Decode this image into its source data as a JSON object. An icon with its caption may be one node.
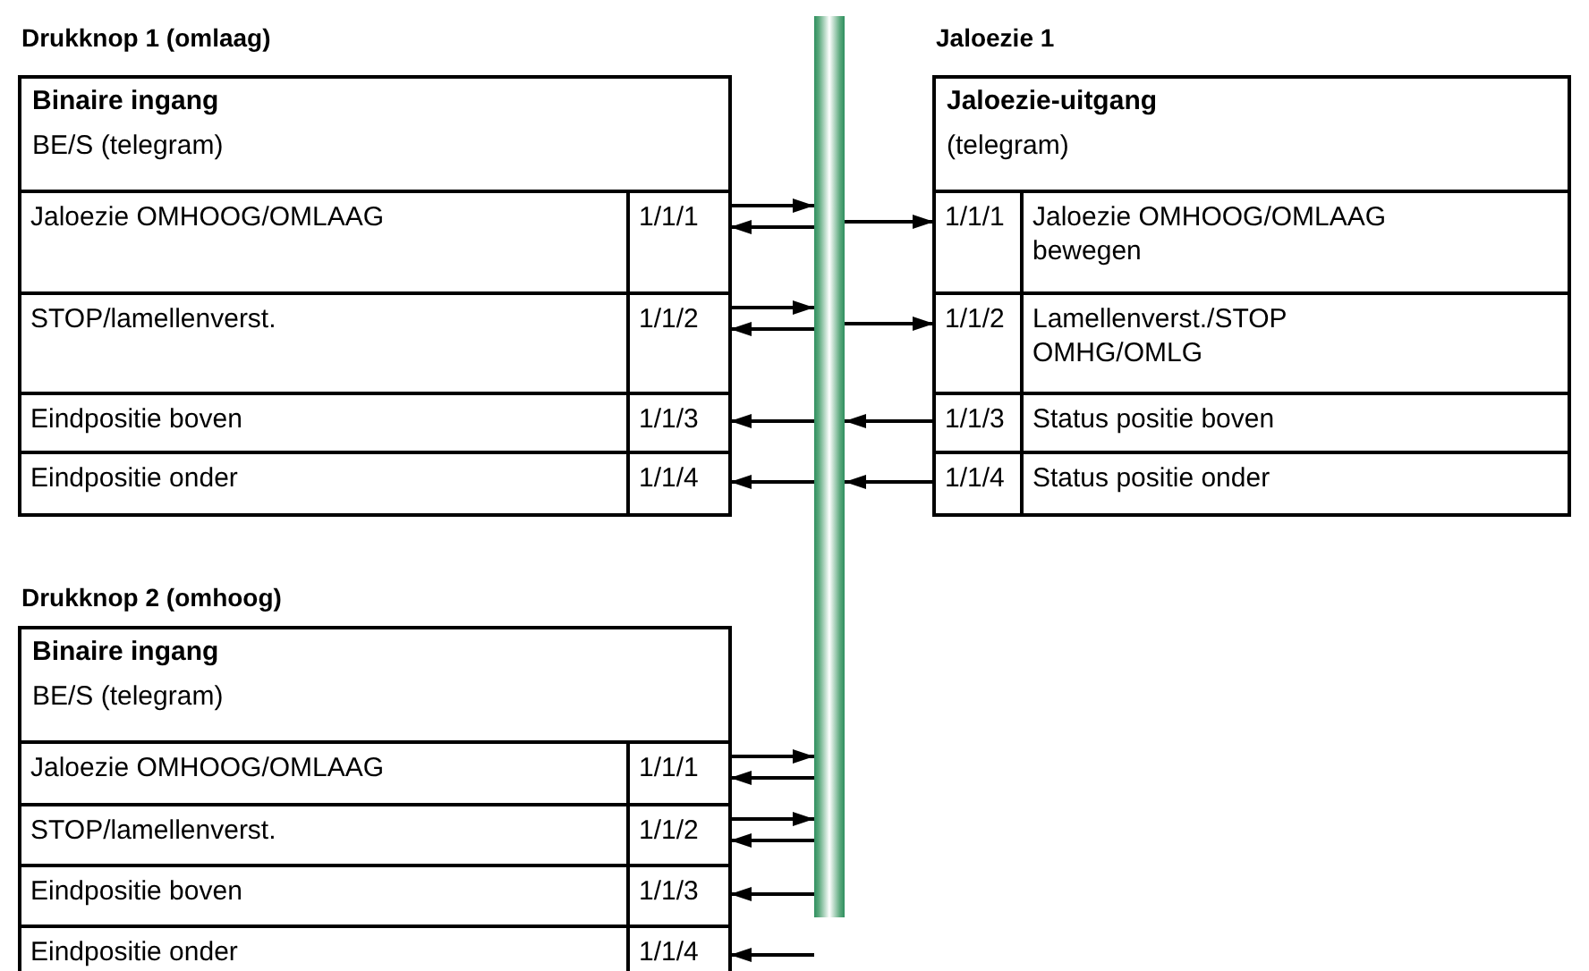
{
  "diagram": {
    "nodes": [
      {
        "text": [
          "Drukknop 1 (omlaag)",
          "Binaire ingang",
          "BE/S (telegram)"
        ]
      },
      {
        "text": [
          "Jaloezie OMHOOG/OMLAAG"
        ],
        "in": 0
      },
      {
        "text": [
          "1/1/1"
        ],
        "in": 0
      },
      {
        "text": [
          "STOP/lamellenverst."
        ],
        "in": 0
      },
      {
        "text": [
          "1/1/2"
        ],
        "in": 0
      },
      {
        "text": [
          "Eindpositie boven"
        ],
        "in": 0
      },
      {
        "text": [
          "1/1/3"
        ],
        "in": 0
      },
      {
        "text": [
          "Eindpositie onder"
        ],
        "in": 0
      },
      {
        "text": [
          "1/1/4"
        ],
        "in": 0
      },
      {
        "text": [],
        "shape": "bar"
      },
      {
        "text": [
          "Jaloezie 1",
          "Jaloezie-uitgang",
          "(telegram)"
        ]
      },
      {
        "text": [
          "1/1/1"
        ],
        "in": 10
      },
      {
        "text": [
          "Jaloezie OMHOOG/OMLAAG bewegen"
        ],
        "in": 10
      },
      {
        "text": [
          "1/1/2"
        ],
        "in": 10
      },
      {
        "text": [
          "Lamellenverst./STOP OMHG/OMLG"
        ],
        "in": 10
      },
      {
        "text": [
          "1/1/3"
        ],
        "in": 10
      },
      {
        "text": [
          "Status positie boven"
        ],
        "in": 10
      },
      {
        "text": [
          "1/1/4"
        ],
        "in": 10
      },
      {
        "text": [
          "Status positie onder"
        ],
        "in": 10
      },
      {
        "text": [
          "Drukknop 2 (omhoog)",
          "Binaire ingang",
          "BE/S (telegram)"
        ]
      },
      {
        "text": [
          "Jaloezie OMHOOG/OMLAAG"
        ],
        "in": 19
      },
      {
        "text": [
          "1/1/1"
        ],
        "in": 19
      },
      {
        "text": [
          "STOP/lamellenverst."
        ],
        "in": 19
      },
      {
        "text": [
          "1/1/2"
        ],
        "in": 19
      },
      {
        "text": [
          "Eindpositie boven"
        ],
        "in": 19
      },
      {
        "text": [
          "1/1/3"
        ],
        "in": 19
      },
      {
        "text": [
          "Eindpositie onder"
        ],
        "in": 19
      },
      {
        "text": [
          "1/1/4"
        ],
        "in": 19
      }
    ],
    "edges": [
      {
        "from": 2,
        "to": 9,
        "arrow": "to"
      },
      {
        "from": 9,
        "to": 2,
        "arrow": "to"
      },
      {
        "from": 4,
        "to": 9,
        "arrow": "to"
      },
      {
        "from": 9,
        "to": 4,
        "arrow": "to"
      },
      {
        "from": 9,
        "to": 6,
        "arrow": "to"
      },
      {
        "from": 9,
        "to": 8,
        "arrow": "to"
      },
      {
        "from": 9,
        "to": 11,
        "arrow": "to"
      },
      {
        "from": 9,
        "to": 13,
        "arrow": "to"
      },
      {
        "from": 15,
        "to": 9,
        "arrow": "to"
      },
      {
        "from": 17,
        "to": 9,
        "arrow": "to"
      },
      {
        "from": 21,
        "to": 9,
        "arrow": "to"
      },
      {
        "from": 9,
        "to": 21,
        "arrow": "to"
      },
      {
        "from": 23,
        "to": 9,
        "arrow": "to"
      },
      {
        "from": 9,
        "to": 23,
        "arrow": "to"
      },
      {
        "from": 9,
        "to": 25,
        "arrow": "to"
      },
      {
        "from": null,
        "to": 27,
        "arrow": "to"
      }
    ]
  }
}
